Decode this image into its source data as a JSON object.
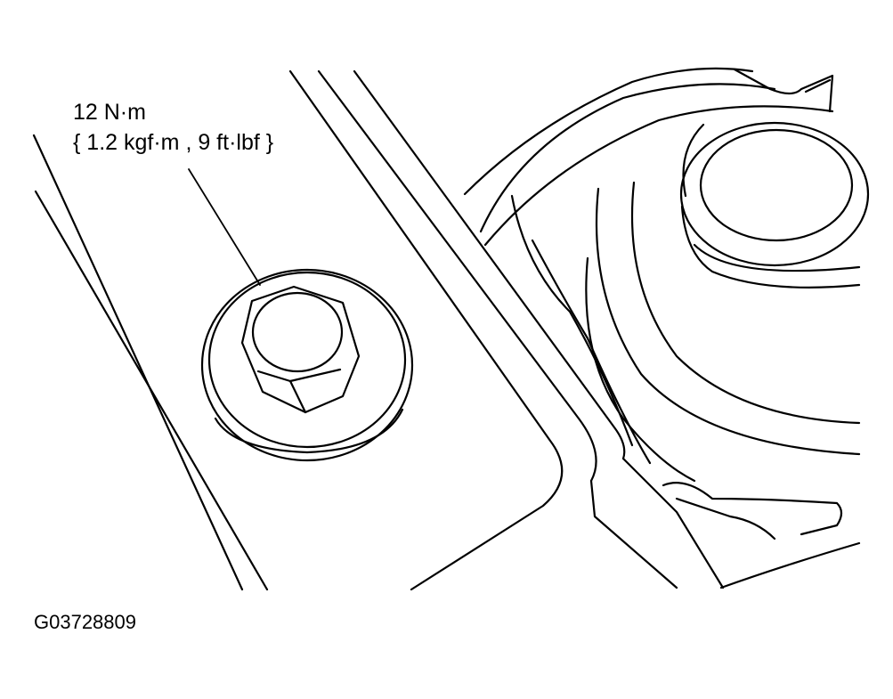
{
  "figure": {
    "torque_label": {
      "line1": "12 N·m",
      "line2": "{ 1.2 kgf·m , 9 ft·lbf }"
    },
    "figure_code": "G03728809",
    "colors": {
      "ink": "#000000",
      "paper": "#ffffff"
    },
    "parts": [
      "mounting-bracket",
      "hex-bolt",
      "strut-mount"
    ]
  }
}
